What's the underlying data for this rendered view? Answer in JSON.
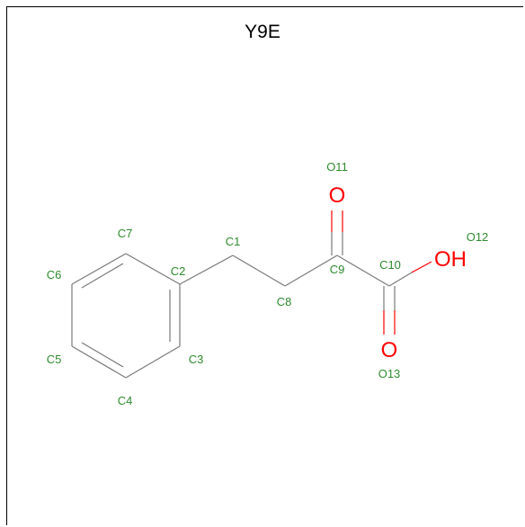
{
  "title": "Y9E",
  "colors": {
    "bond": "#7a7a7a",
    "oxygen": "#ff0000",
    "atom_label": "#2e8b2e"
  },
  "hetero_atoms": {
    "o11_symbol": "O",
    "o12_symbol": "OH",
    "o13_symbol": "O"
  },
  "atom_labels": {
    "c1": "C1",
    "c2": "C2",
    "c3": "C3",
    "c4": "C4",
    "c5": "C5",
    "c6": "C6",
    "c7": "C7",
    "c8": "C8",
    "c9": "C9",
    "c10": "C10",
    "o11": "O11",
    "o12": "O12",
    "o13": "O13"
  }
}
